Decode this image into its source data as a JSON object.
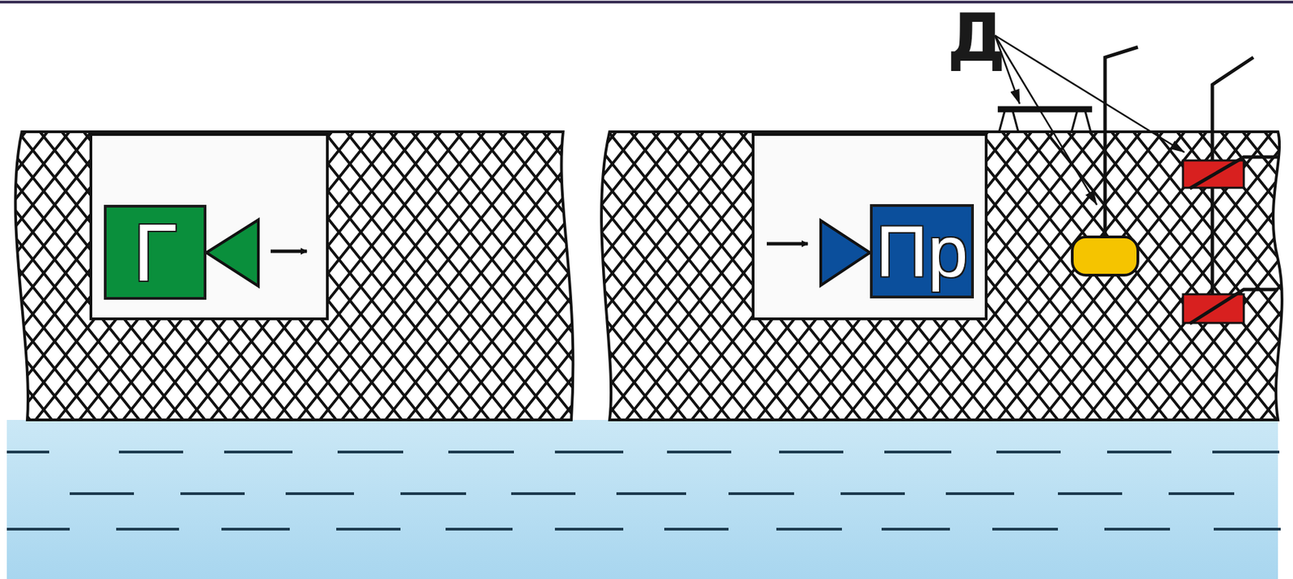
{
  "diagram": {
    "nodes": [
      {
        "text": [
          "Г"
        ]
      },
      {
        "text": [
          "Пр"
        ]
      }
    ],
    "labels": [
      "Д"
    ]
  }
}
